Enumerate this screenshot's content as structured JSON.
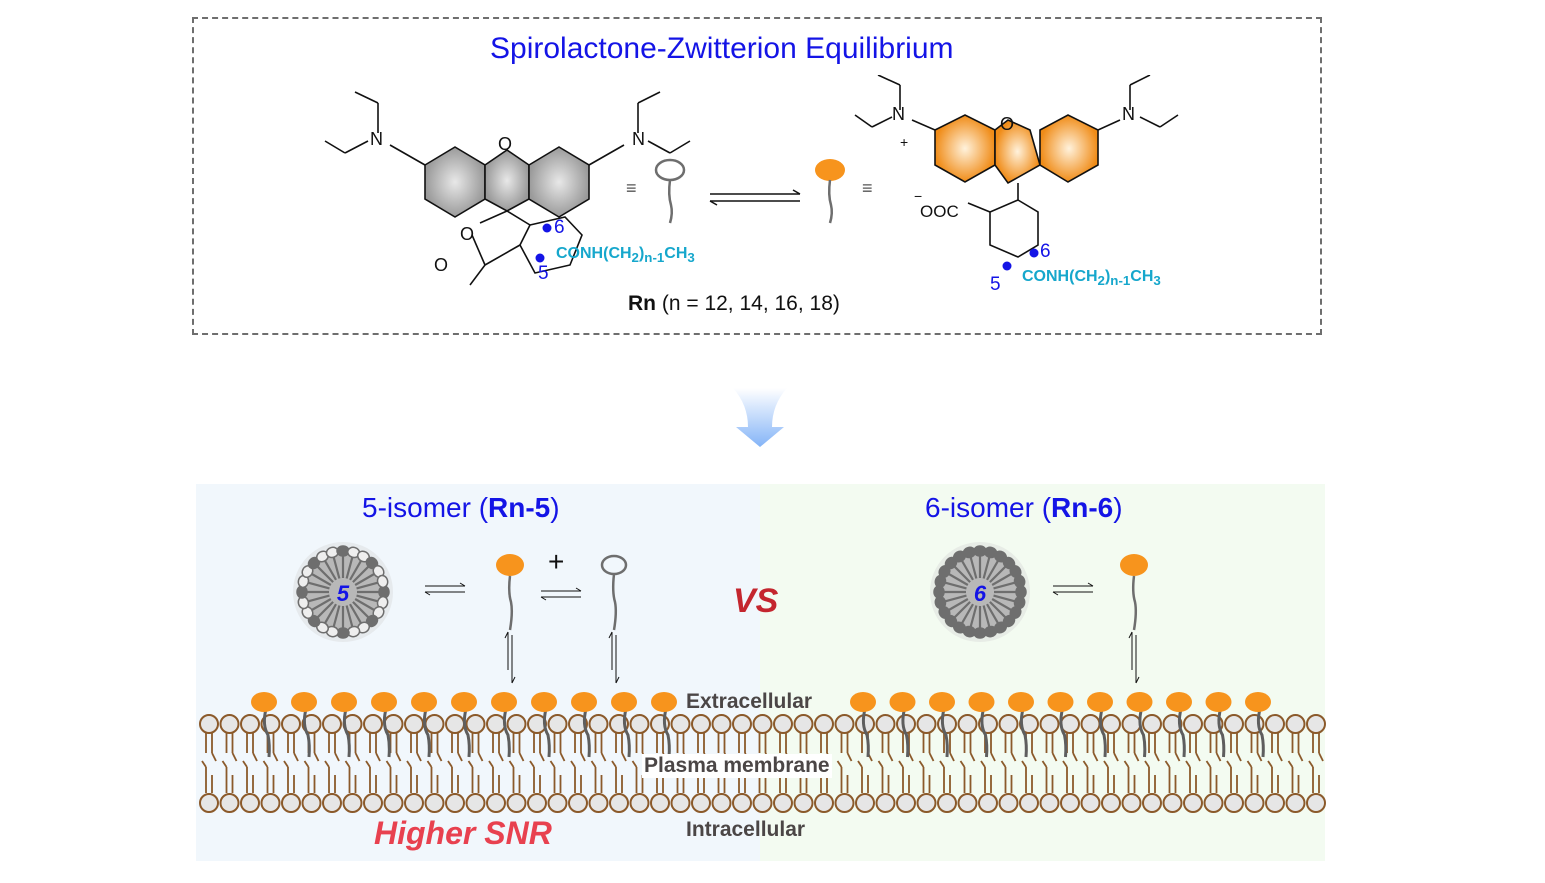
{
  "top_section": {
    "title": "Spirolactone-Zwitterion Equilibrium",
    "spiro_form": {
      "heteroatoms": [
        "N",
        "O",
        "N",
        "O",
        "O"
      ],
      "substituent": "CONH(CH2)n-1CH3",
      "substituent_main": "CONH(CH",
      "substituent_sub1": "2",
      "substituent_mid": ")",
      "substituent_sub2": "n-1",
      "substituent_end": "CH",
      "substituent_sub3": "3",
      "position_labels": [
        "6",
        "5"
      ]
    },
    "equiv_symbol": "≡",
    "zwitterion_form": {
      "cation_label": "N",
      "plus": "+",
      "minus": "−",
      "carboxylate": "OOC",
      "position_labels": [
        "6",
        "5"
      ]
    },
    "series_label_bold": "Rn",
    "series_label_rest": " (n = 12, 14, 16, 18)"
  },
  "left_panel": {
    "title_pre": "5-isomer (",
    "title_bold": "Rn-5",
    "title_post": ")",
    "micelle_label": "5",
    "plus_sign": "+",
    "footer": "Higher SNR"
  },
  "right_panel": {
    "title_pre": "6-isomer (",
    "title_bold": "Rn-6",
    "title_post": ")",
    "micelle_label": "6"
  },
  "vs_label": "VS",
  "membrane": {
    "extracellular": "Extracellular",
    "plasma_membrane": "Plasma membrane",
    "intracellular": "Intracellular",
    "left_probes": 11,
    "right_probes": 11
  },
  "colors": {
    "title_blue": "#1414e6",
    "substituent_cyan": "#16a7cc",
    "probe_orange": "#f7941d",
    "vs_red": "#c4262e",
    "snr_red": "#e8414f",
    "lipid_brown": "#8b5a2b",
    "left_bg": "#f1f7fc",
    "right_bg": "#f3fbf1"
  }
}
